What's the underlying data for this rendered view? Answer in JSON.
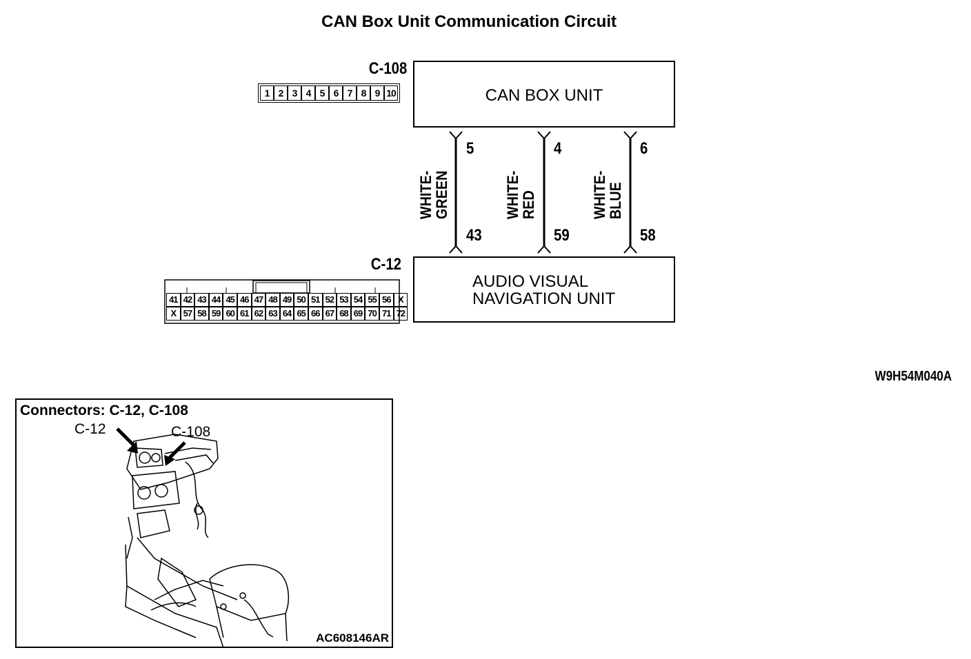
{
  "title": "CAN Box Unit Communication Circuit",
  "connectors": {
    "c108": {
      "label": "C-108",
      "pins": [
        "1",
        "2",
        "3",
        "4",
        "5",
        "6",
        "7",
        "8",
        "9",
        "10"
      ]
    },
    "c12": {
      "label": "C-12",
      "row1": [
        "41",
        "42",
        "43",
        "44",
        "45",
        "46",
        "47",
        "48",
        "49",
        "50",
        "51",
        "52",
        "53",
        "54",
        "55",
        "56",
        "X"
      ],
      "row2": [
        "X",
        "57",
        "58",
        "59",
        "60",
        "61",
        "62",
        "63",
        "64",
        "65",
        "66",
        "67",
        "68",
        "69",
        "70",
        "71",
        "72"
      ]
    }
  },
  "units": {
    "can_box": "CAN BOX UNIT",
    "av_nav_line1": "AUDIO VISUAL",
    "av_nav_line2": "NAVIGATION UNIT"
  },
  "wires": [
    {
      "top_pin": "5",
      "bottom_pin": "43",
      "color_line1": "WHITE-",
      "color_line2": "GREEN"
    },
    {
      "top_pin": "4",
      "bottom_pin": "59",
      "color_line1": "WHITE-",
      "color_line2": "RED"
    },
    {
      "top_pin": "6",
      "bottom_pin": "58",
      "color_line1": "WHITE-",
      "color_line2": "BLUE"
    }
  ],
  "diagram_code": "W9H54M040A",
  "photo": {
    "title": "Connectors: C-12, C-108",
    "label_c12": "C-12",
    "label_c108": "C-108",
    "code": "AC608146AR"
  }
}
